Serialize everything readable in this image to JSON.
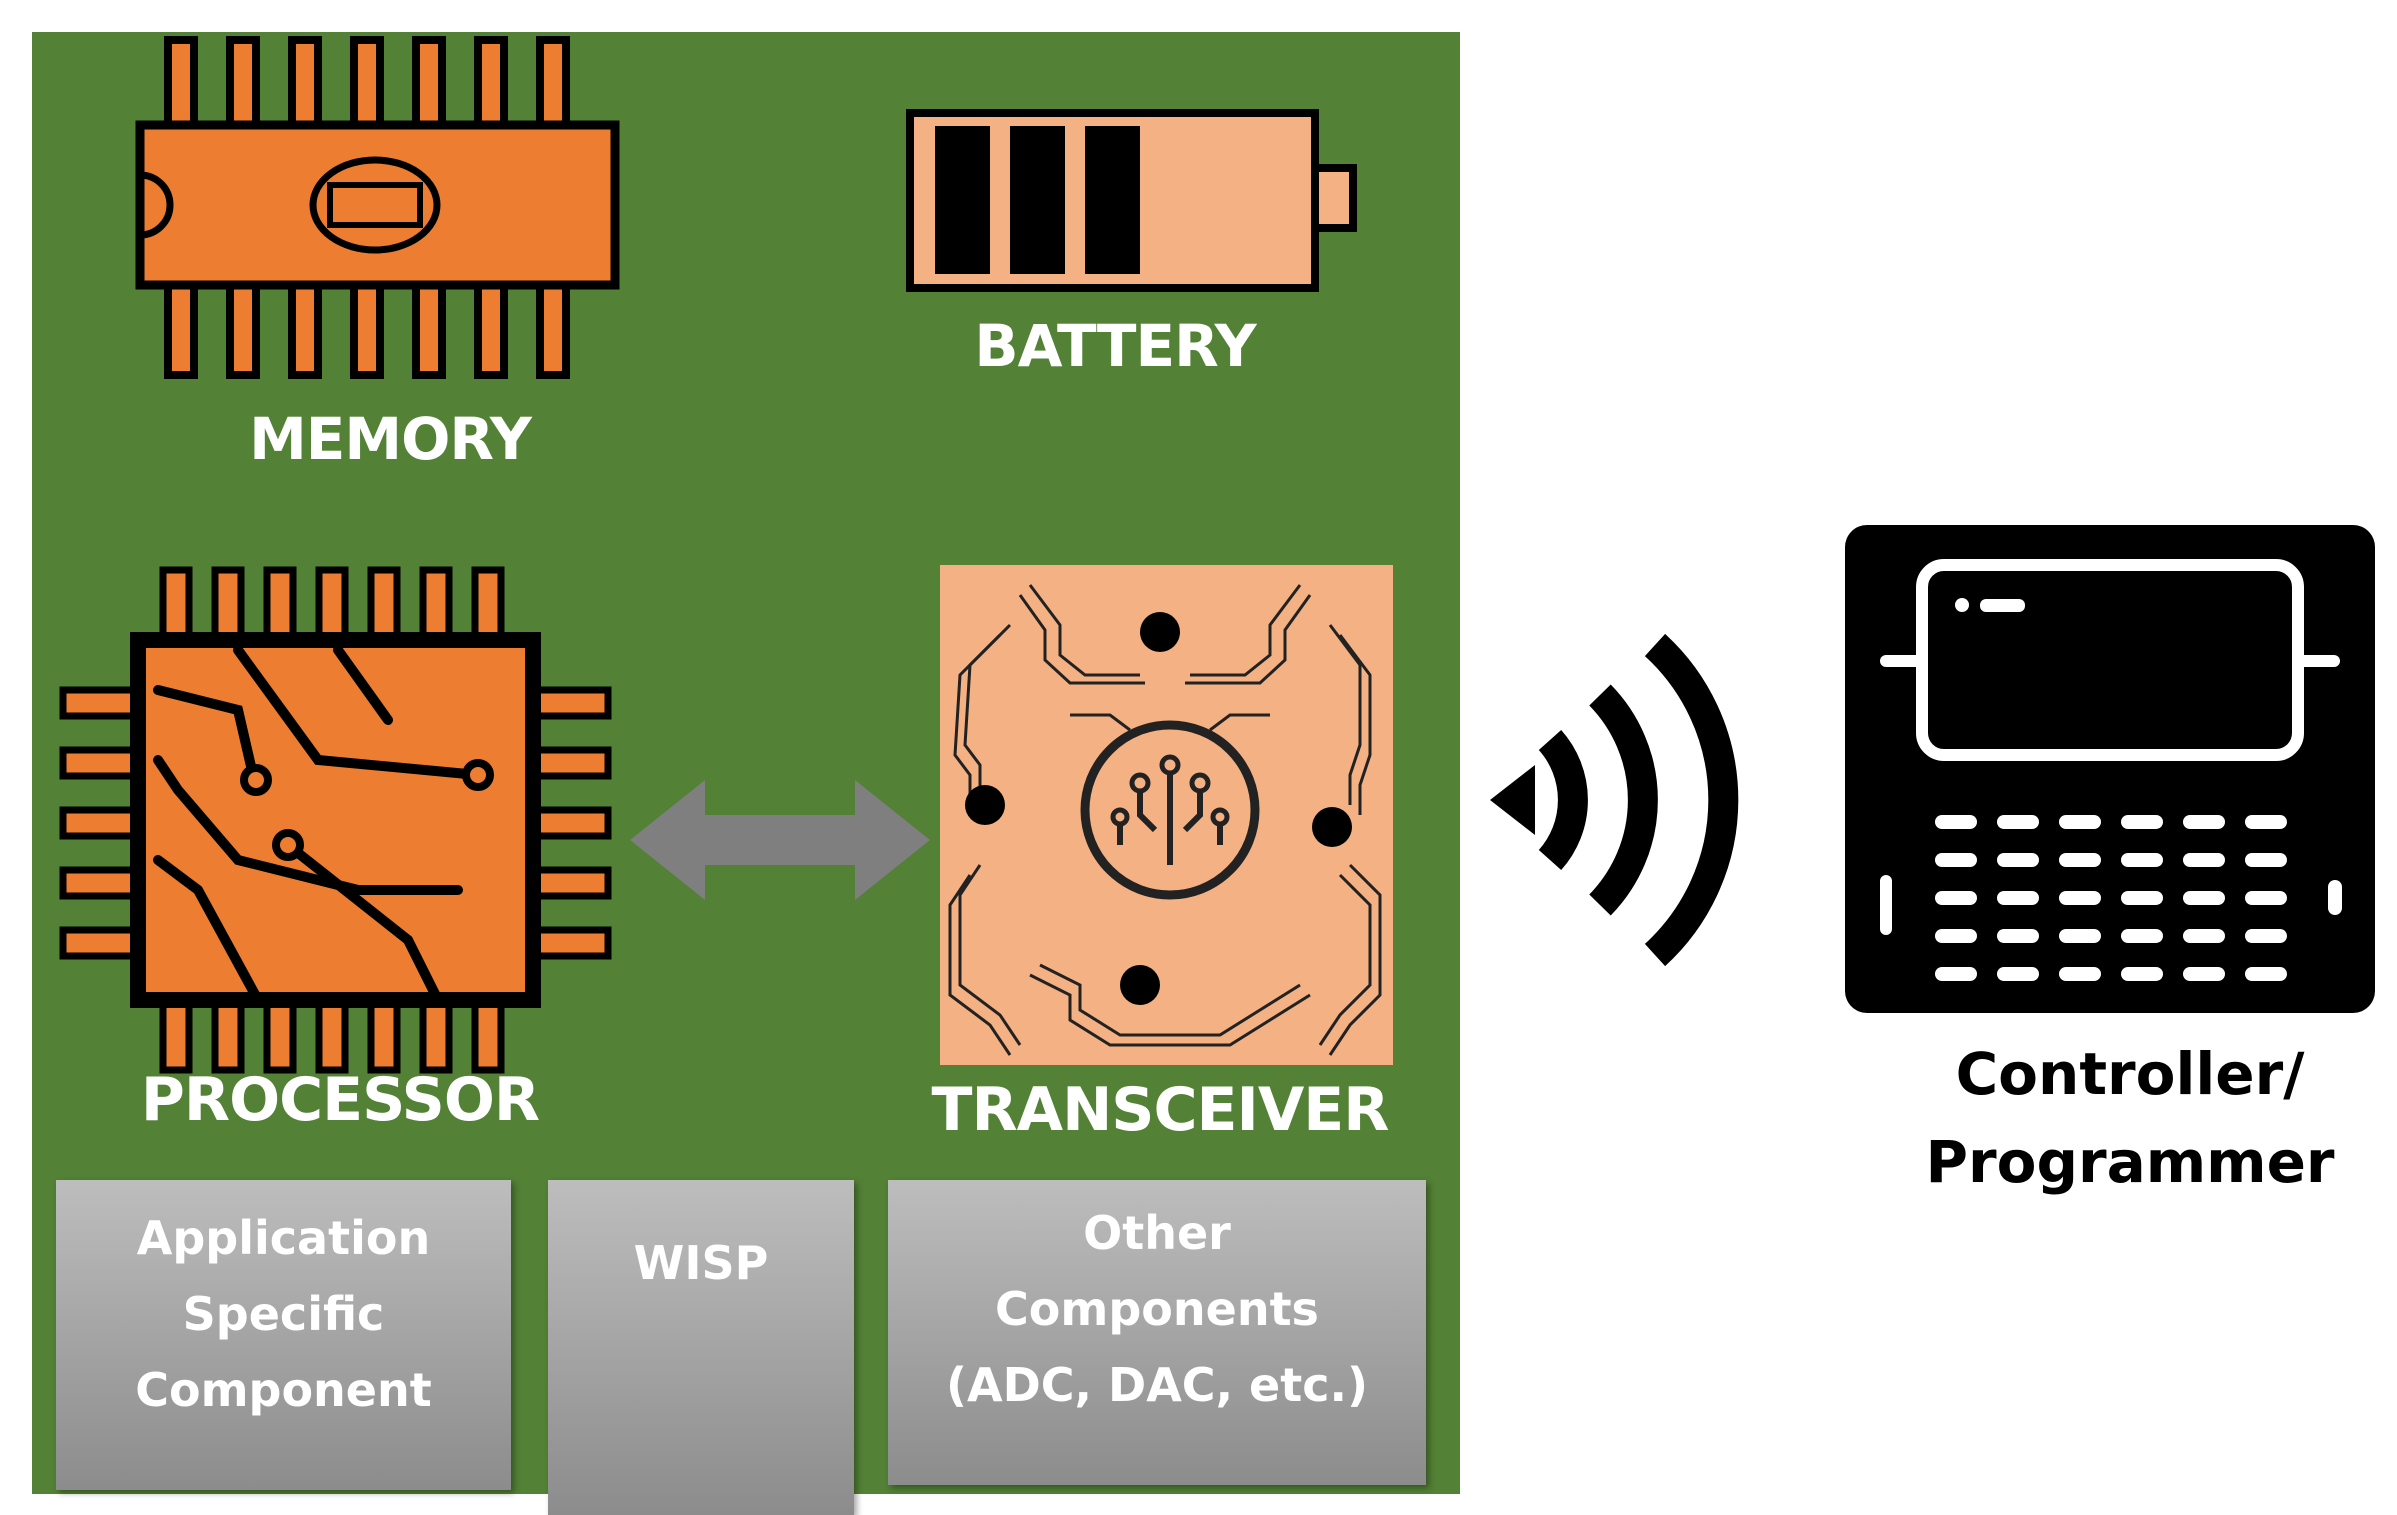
{
  "board": {
    "memory_label": "MEMORY",
    "battery_label": "BATTERY",
    "processor_label": "PROCESSOR",
    "transceiver_label": "TRANSCEIVER"
  },
  "boxes": {
    "application": [
      "Application",
      "Specific",
      "Component"
    ],
    "wisp": "WISP",
    "other": [
      "Other",
      "Components",
      "(ADC, DAC, etc.)"
    ]
  },
  "controller": {
    "label_line1": "Controller/",
    "label_line2": "Programmer"
  },
  "colors": {
    "board_green": "#538135",
    "chip_orange": "#ed7d31",
    "light_orange": "#f4b183",
    "arrow_gray": "#7f7f7f"
  },
  "icons": [
    "memory-chip-icon",
    "battery-icon",
    "processor-icon",
    "transceiver-icon",
    "double-arrow-icon",
    "wireless-signal-icon",
    "handheld-device-icon"
  ]
}
